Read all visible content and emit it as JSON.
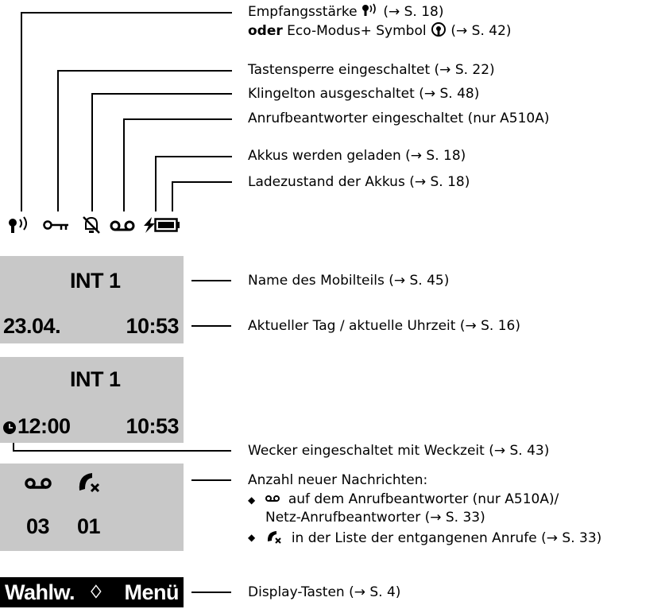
{
  "annotations": {
    "signal": "Empfangsstärke",
    "signal_ref": "(→ S. 18)",
    "eco_or": "oder",
    "eco_text": "Eco-Modus+ Symbol",
    "eco_ref": "(→ S. 42)",
    "keylock": "Tastensperre eingeschaltet (→ S. 22)",
    "ringer": "Klingelton ausgeschaltet (→ S. 48)",
    "answering": "Anrufbeantworter eingeschaltet (nur A510A)",
    "charging": "Akkus werden geladen (→ S. 18)",
    "battery": "Ladezustand der Akkus (→ S. 18)",
    "handset_name": "Name des Mobilteils (→ S. 45)",
    "date_time": "Aktueller Tag / aktuelle Uhrzeit (→ S. 16)",
    "alarm": "Wecker eingeschaltet mit Weckzeit (→ S. 43)",
    "messages_title": "Anzahl neuer Nachrichten:",
    "messages_tam": "auf dem Anrufbeantworter (nur A510A)/",
    "messages_tam2": "Netz-Anrufbeantworter (→ S. 33)",
    "messages_missed": "in der Liste der entgangenen Anrufe (→ S. 33)",
    "display_keys": "Display-Tasten (→ S. 4)"
  },
  "screen1": {
    "name": "INT 1",
    "date": "23.04.",
    "time": "10:53"
  },
  "screen2": {
    "name": "INT 1",
    "alarm_time": "12:00",
    "time": "10:53"
  },
  "screen3": {
    "tam_count": "03",
    "missed_count": "01"
  },
  "softkeys": {
    "left": "Wahlw.",
    "nav": "♢",
    "right": "Menü"
  },
  "icons": [
    "signal-icon",
    "key-icon",
    "ringer-off-icon",
    "answering-machine-icon",
    "charging-icon",
    "battery-icon",
    "alarm-clock-icon",
    "missed-call-icon"
  ],
  "colors": {
    "panel": "#c8c8c8",
    "softkey_bar": "#000000"
  }
}
